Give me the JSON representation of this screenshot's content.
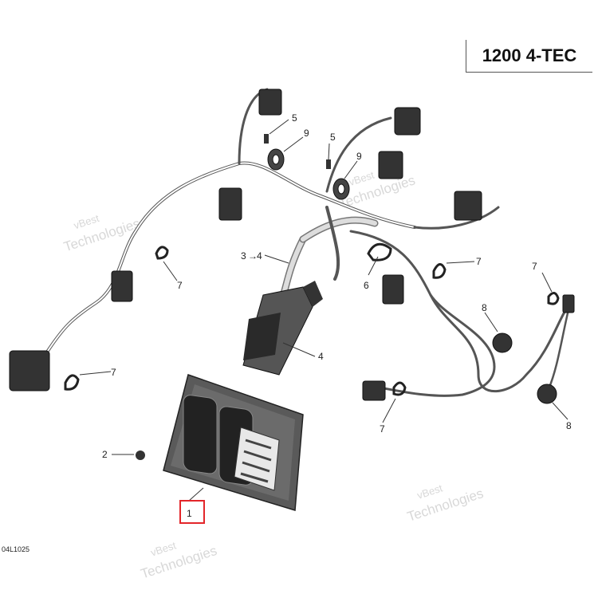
{
  "header": {
    "title": "1200 4-TEC"
  },
  "footer": {
    "code": "04L1025"
  },
  "watermark": {
    "line1": "vBest",
    "line2": "Technologies"
  },
  "callouts": {
    "c1": "1",
    "c2": "2",
    "c3": "3",
    "c3arrow": "→",
    "c4a": "4",
    "c4b": "4",
    "c5a": "5",
    "c5b": "5",
    "c6": "6",
    "c7a": "7",
    "c7b": "7",
    "c7c": "7",
    "c7d": "7",
    "c7e": "7",
    "c8a": "8",
    "c8b": "8",
    "c9a": "9",
    "c9b": "9"
  },
  "colors": {
    "highlight": "#e3262a",
    "line": "#333333"
  }
}
